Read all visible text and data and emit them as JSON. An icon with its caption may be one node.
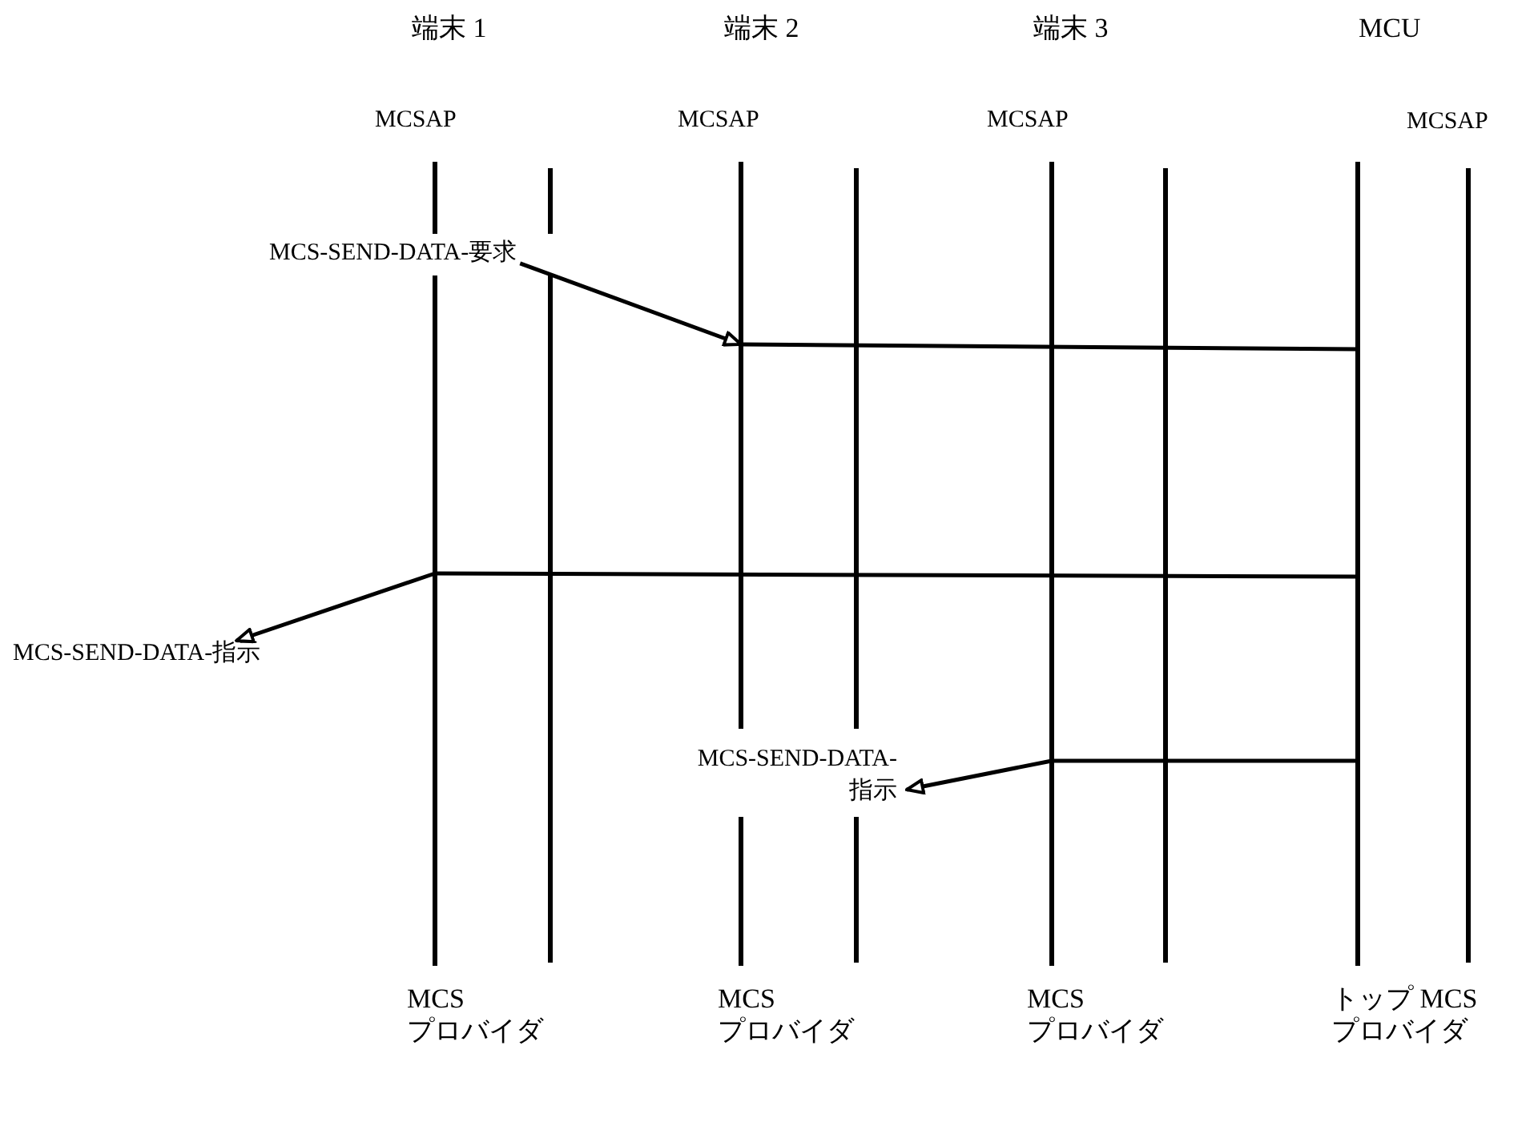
{
  "diagram": {
    "nodes": [
      {
        "text": [],
        "shape": "bar"
      },
      {
        "text": [],
        "shape": "bar"
      },
      {
        "text": [],
        "shape": "bar"
      },
      {
        "text": [],
        "shape": "bar"
      },
      {
        "text": [],
        "shape": "bar"
      },
      {
        "text": [],
        "shape": "bar"
      },
      {
        "text": [],
        "shape": "bar"
      },
      {
        "text": [],
        "shape": "bar"
      },
      {
        "text": [
          "MCS-SEND-DATA-要求"
        ]
      },
      {
        "text": [
          "MCS-SEND-DATA-指示"
        ]
      },
      {
        "text": [
          "MCS-SEND-DATA- 指示"
        ]
      }
    ],
    "edges": [
      {
        "from": 8,
        "to": 2,
        "arrow": "to"
      },
      {
        "from": 2,
        "to": 6,
        "arrow": "none"
      },
      {
        "from": 6,
        "to": 0,
        "arrow": "none"
      },
      {
        "from": 0,
        "to": 9,
        "arrow": "to"
      },
      {
        "from": 6,
        "to": 4,
        "arrow": "none"
      },
      {
        "from": 4,
        "to": 10,
        "arrow": "to"
      }
    ],
    "labels": [
      "端末 1",
      "端末 2",
      "端末 3",
      "MCU",
      "MCSAP",
      "MCSAP",
      "MCSAP",
      "MCSAP",
      "MCS プロバイダ",
      "MCS プロバイダ",
      "MCS プロバイダ",
      "トップ MCS プロバイダ"
    ]
  }
}
